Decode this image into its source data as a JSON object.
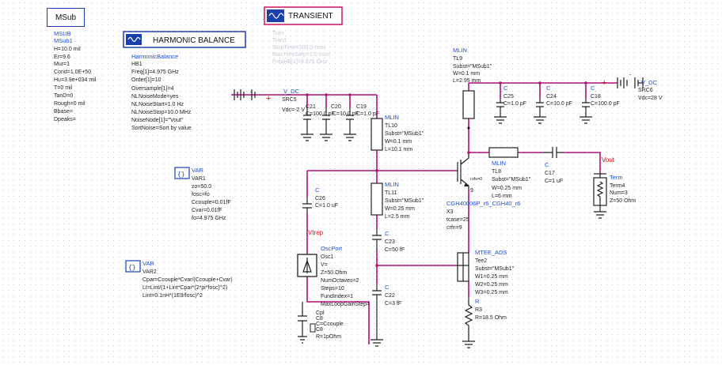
{
  "blocks": {
    "msub": {
      "button": "MSub",
      "heading": "MSUB",
      "name": "MSub1",
      "params": [
        "H=10.0 mil",
        "Er=9.6",
        "Mur=1",
        "Cond=1.0E+50",
        "Hu=3.9e+034 mil",
        "T=0 mil",
        "TanD=0",
        "Rough=0 mil",
        "Bbase=",
        "Dpeaks="
      ]
    },
    "transient": {
      "title": "TRANSIENT",
      "faded": [
        "Tran",
        "Tran1",
        "StopTime=100.0 nsec",
        "MaxTimeStep=1.0 nsec",
        "FreqHB[1]=4.975 GHz"
      ]
    },
    "hb": {
      "title": "HARMONIC BALANCE",
      "heading": "HarmonicBalance",
      "name": "HB1",
      "params": [
        "Freq[1]=4.975 GHz",
        "Order[1]=10",
        "Oversample[1]=4",
        "NLNoiseMode=yes",
        "NLNoiseStart=1.0 Hz",
        "NLNoiseStop=10.0 MHz",
        "NoiseNode[1]=\"Vout\"",
        "SortNoise=Sort by value"
      ]
    },
    "var1": {
      "tag": "VAR",
      "name": "VAR1",
      "params": [
        "zo=50.0",
        "fosc=fo",
        "Ccouple=0.01fF",
        "Cvar=0.01fF",
        "fo=4.975 GHz"
      ]
    },
    "var2": {
      "tag": "VAR",
      "name": "VAR2",
      "params": [
        "Cpar=Ccouple*Cvar/(Ccouple+Cvar)",
        "Lt=Lint/(1+Lint*Cpar*(2*pi*fosc)^2)",
        "Lint=0.1nH*(1E9/fosc)^2"
      ]
    }
  },
  "components": {
    "src_left": {
      "tag": "V_DC",
      "name": "SRC5",
      "value": "Vdc=-2 V"
    },
    "c21": {
      "name": "C21",
      "value": "C=100.0 pF"
    },
    "c20": {
      "name": "C20",
      "value": "C=10.0 pF"
    },
    "c19": {
      "name": "C19",
      "value": "C=1.0 pF"
    },
    "tl10": {
      "tag": "MLIN",
      "name": "TL10",
      "subst": "Subst=\"MSub1\"",
      "w": "W=0.1 mm",
      "l": "L=10.1 mm"
    },
    "tl9": {
      "tag": "MLIN",
      "name": "TL9",
      "subst": "Subst=\"MSub1\"",
      "w": "W=0.1 mm",
      "l": "L=2.95 mm"
    },
    "c25": {
      "tag": "C",
      "name": "C25",
      "value": "C=1.0 pF"
    },
    "c24": {
      "tag": "C",
      "name": "C24",
      "value": "C=10.0 pF"
    },
    "c18": {
      "tag": "C",
      "name": "C18",
      "value": "C=100.0 pF"
    },
    "src_right": {
      "tag": "V_DC",
      "name": "SRC6",
      "value": "Vdc=28 V"
    },
    "c26": {
      "tag": "C",
      "name": "C26",
      "value": "C=1.0 uF"
    },
    "tl11": {
      "tag": "MLIN",
      "name": "TL11",
      "subst": "Subst=\"MSub1\"",
      "w": "W=0.25 mm",
      "l": "L=2.5 mm"
    },
    "x3": {
      "model": "CGH40006P_r6_CGH40_r6",
      "name": "X3",
      "tcase": "tcase=25",
      "crfn": "crfn=9",
      "pin": "crfs=0"
    },
    "tl8": {
      "tag": "MLIN",
      "name": "TL8",
      "subst": "Subst=\"MSub1\"",
      "w": "W=0.25 mm",
      "l": "L=6 mm"
    },
    "c17": {
      "tag": "C",
      "name": "C17",
      "value": "C=1 uF"
    },
    "term4": {
      "tag": "Term",
      "name": "Term4",
      "num": "Num=3",
      "z": "Z=50 Ohm",
      "node": "Vout"
    },
    "c23": {
      "tag": "C",
      "name": "C23",
      "value": "C=50 fF"
    },
    "oscport": {
      "tag": "OscPort",
      "name": "Osc1",
      "params": [
        "V=",
        "Z=50.Ohm",
        "NumOctaves=2",
        "Steps=10",
        "FundIndex=1",
        "MaxLoopGainStep="
      ],
      "node": "Vtrep"
    },
    "cpl": {
      "name": "Cpl",
      "lines": [
        "C8",
        "C=Ccouple",
        "C8"
      ]
    },
    "r_small": {
      "value": "R=1pOhm"
    },
    "c22": {
      "tag": "C",
      "name": "C22",
      "value": "C=3 fF"
    },
    "tee2": {
      "tag": "MTEE_ADS",
      "name": "Tee2",
      "subst": "Subst=\"MSub1\"",
      "w1": "W1=0.25 mm",
      "w2": "W2=0.25 mm",
      "w3": "W3=0.25 mm"
    },
    "r3": {
      "tag": "R",
      "name": "R3",
      "value": "R=18.5 Ohm"
    }
  },
  "colors": {
    "wire": "#b0107a",
    "label": "#1c4fd6",
    "node": "#d01010",
    "box_border": "#1c3fb0",
    "transient_border": "#d01060"
  }
}
